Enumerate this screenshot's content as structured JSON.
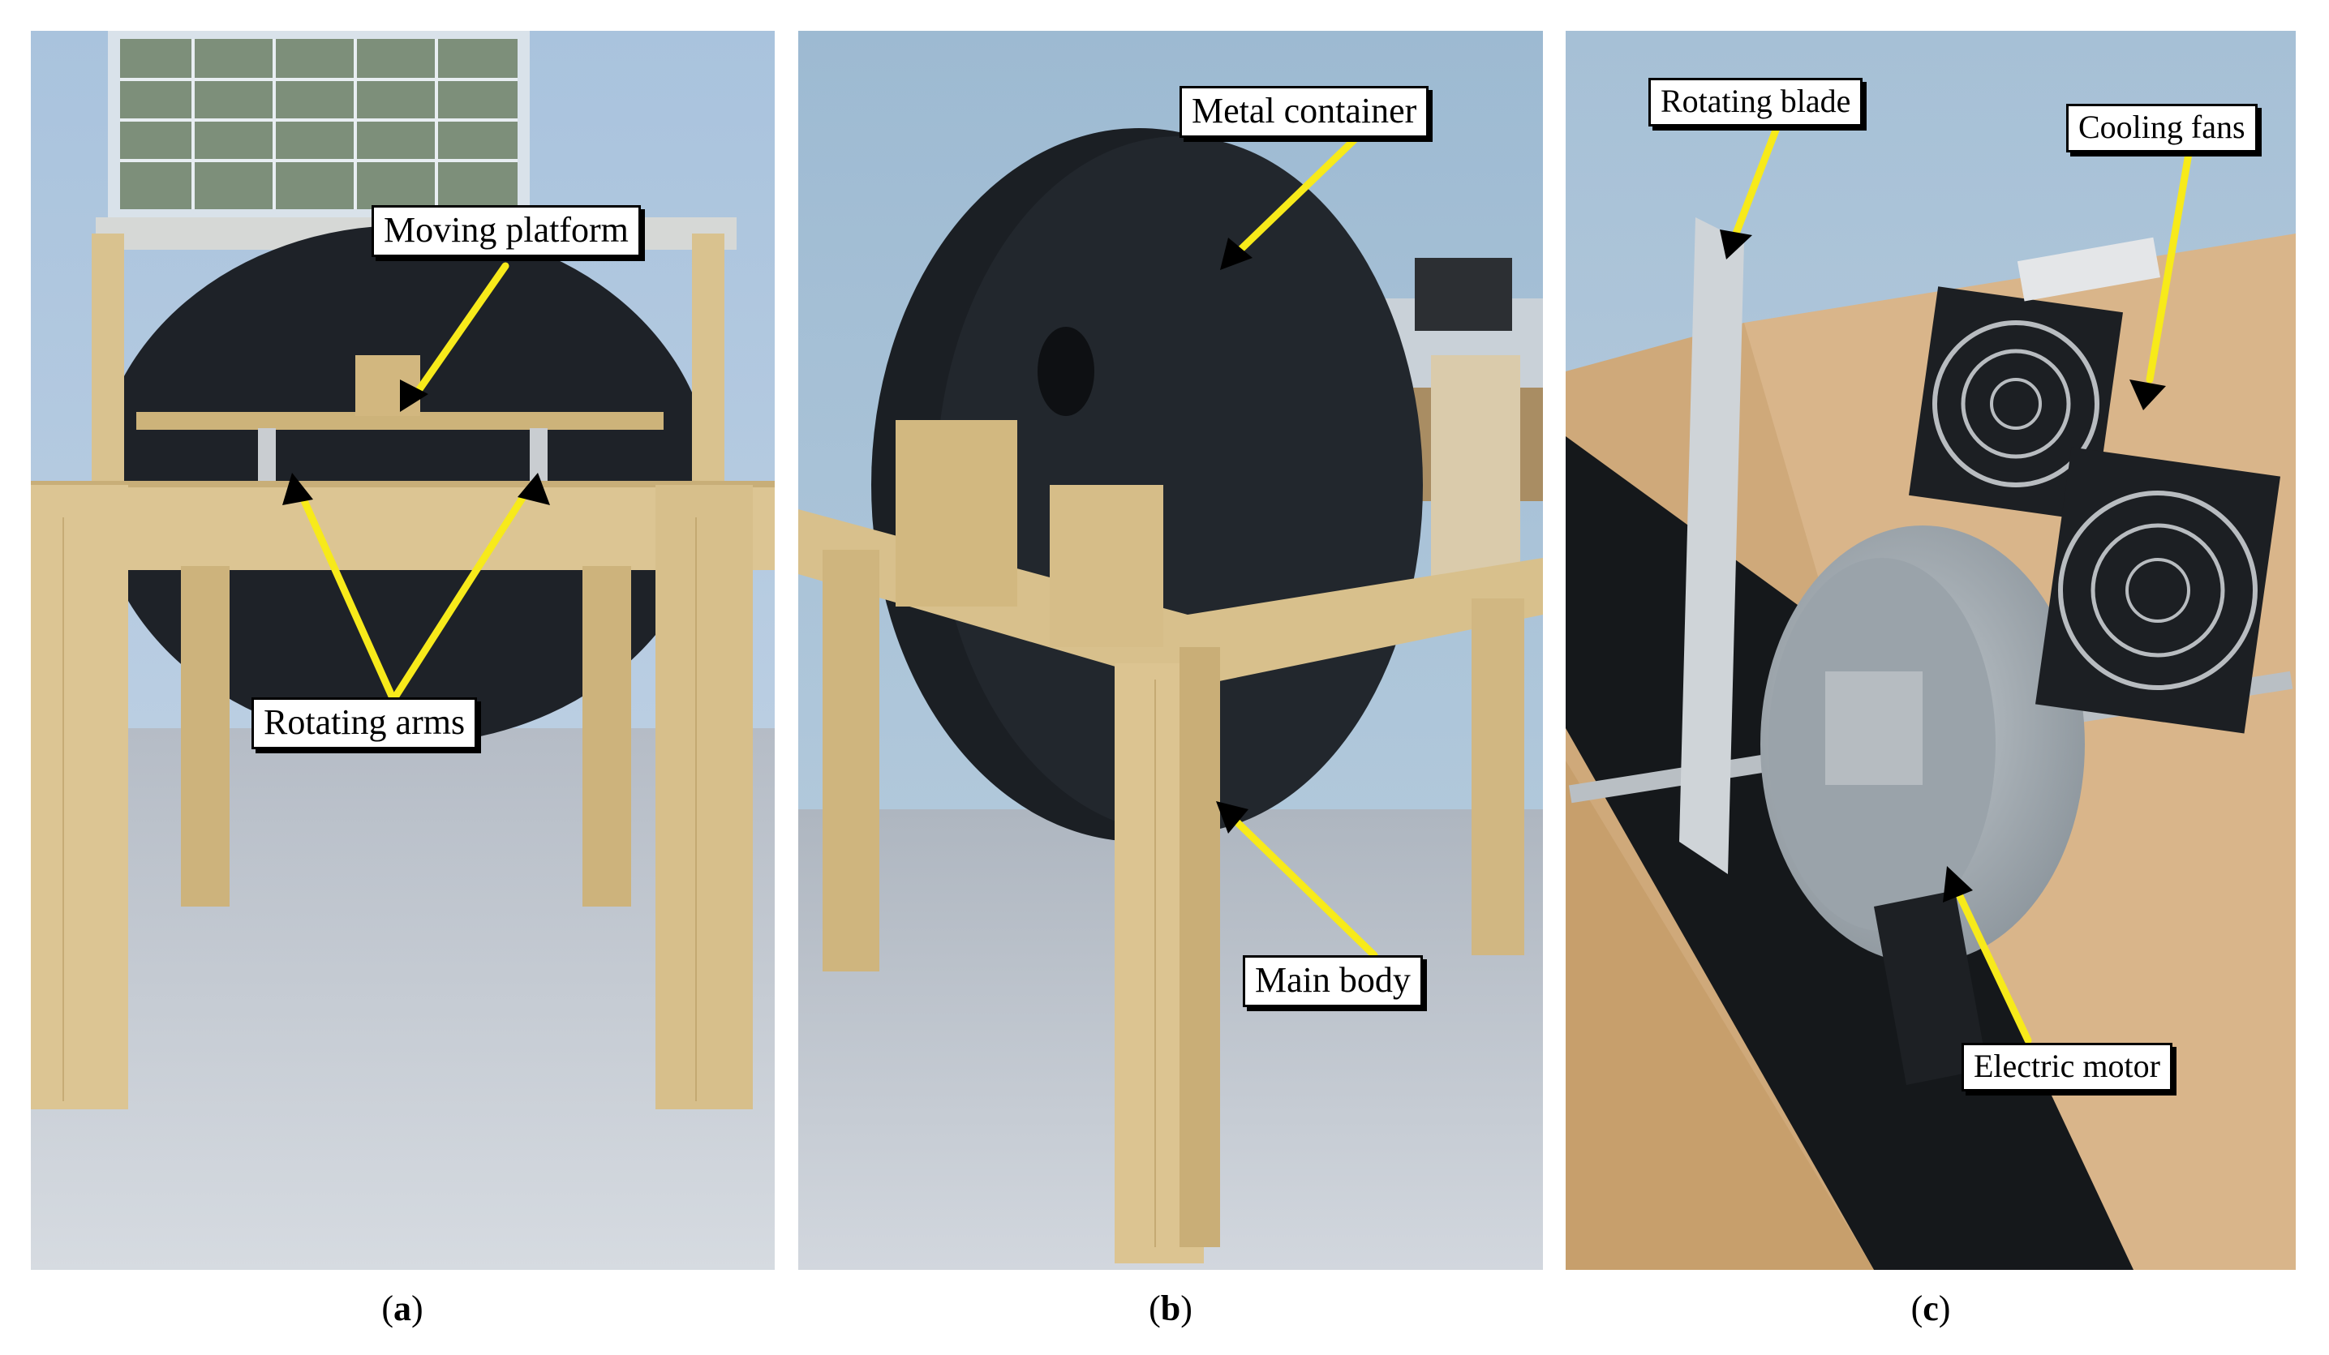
{
  "figure": {
    "panels": [
      {
        "id": "a",
        "caption_open": "(",
        "caption_letter": "a",
        "caption_close": ")",
        "labels": {
          "moving_platform": "Moving platform",
          "rotating_arms": "Rotating arms"
        }
      },
      {
        "id": "b",
        "caption_open": "(",
        "caption_letter": "b",
        "caption_close": ")",
        "labels": {
          "metal_container": "Metal container",
          "main_body": "Main body"
        }
      },
      {
        "id": "c",
        "caption_open": "(",
        "caption_letter": "c",
        "caption_close": ")",
        "labels": {
          "rotating_blade": "Rotating blade",
          "cooling_fans": "Cooling fans",
          "electric_motor": "Electric motor"
        }
      }
    ],
    "colors": {
      "arrow": "#f7ea1a",
      "wood": "#d8c08c",
      "wall": "#b9cde0",
      "floor": "#c7ccd3",
      "disc": "#1c2025",
      "metal": "#aab2b8"
    }
  }
}
